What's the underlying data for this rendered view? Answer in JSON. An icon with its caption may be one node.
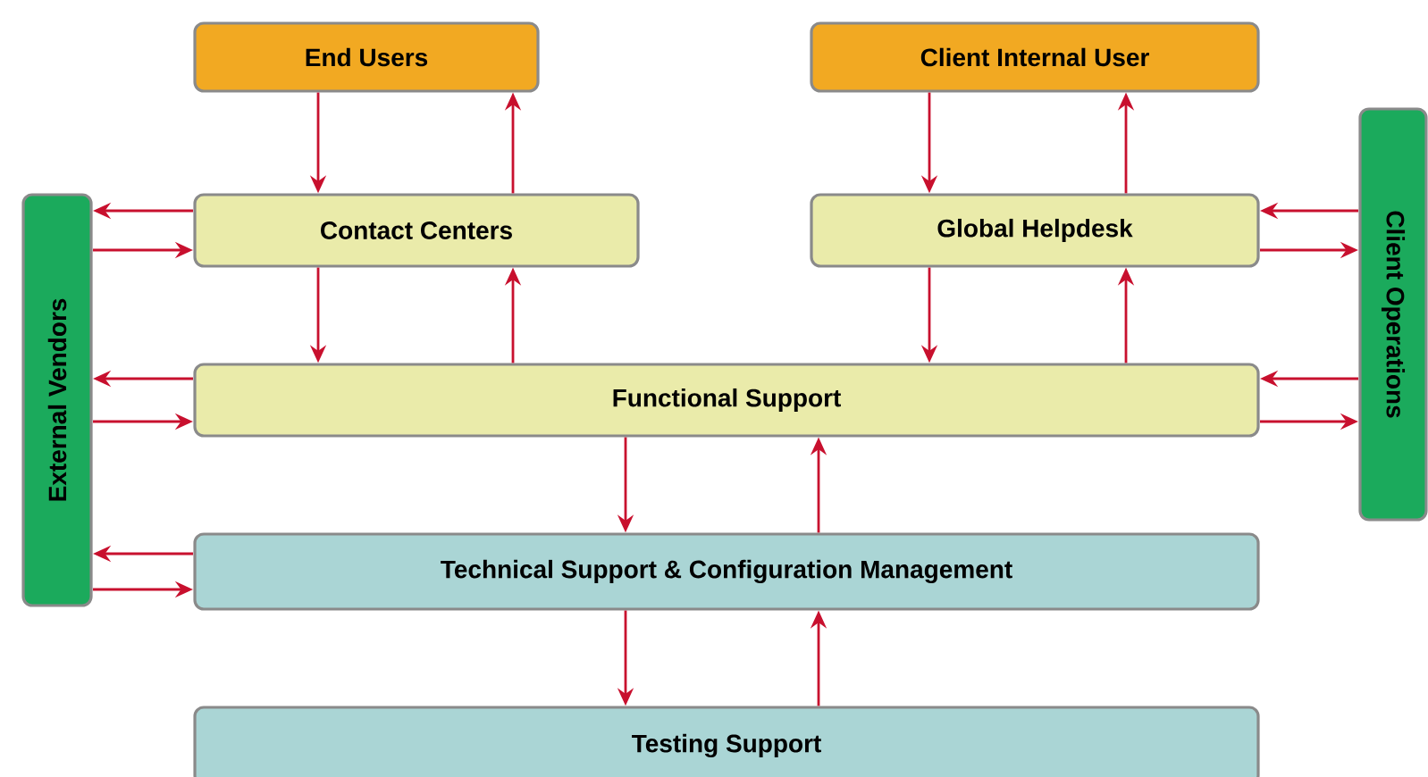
{
  "diagram": {
    "nodes": [
      {
        "text": [
          "End Users"
        ]
      },
      {
        "text": [
          "Client Internal User"
        ]
      },
      {
        "text": [
          "Contact Centers"
        ]
      },
      {
        "text": [
          "Global Helpdesk"
        ]
      },
      {
        "text": [
          "External Vendors"
        ]
      },
      {
        "text": [
          "Client Operations"
        ]
      },
      {
        "text": [
          "Functional Support"
        ]
      },
      {
        "text": [
          "Technical Support & Configuration Management"
        ]
      },
      {
        "text": [
          "Testing Support"
        ]
      }
    ],
    "edges": [
      {
        "from": 0,
        "to": 2,
        "arrow": "to"
      },
      {
        "from": 2,
        "to": 0,
        "arrow": "to"
      },
      {
        "from": 1,
        "to": 3,
        "arrow": "to"
      },
      {
        "from": 3,
        "to": 1,
        "arrow": "to"
      },
      {
        "from": 2,
        "to": 4,
        "arrow": "to"
      },
      {
        "from": 4,
        "to": 2,
        "arrow": "to"
      },
      {
        "from": 5,
        "to": 3,
        "arrow": "to"
      },
      {
        "from": 3,
        "to": 5,
        "arrow": "to"
      },
      {
        "from": 2,
        "to": 6,
        "arrow": "to"
      },
      {
        "from": 6,
        "to": 2,
        "arrow": "to"
      },
      {
        "from": 3,
        "to": 6,
        "arrow": "to"
      },
      {
        "from": 6,
        "to": 3,
        "arrow": "to"
      },
      {
        "from": 6,
        "to": 4,
        "arrow": "to"
      },
      {
        "from": 4,
        "to": 6,
        "arrow": "to"
      },
      {
        "from": 5,
        "to": 6,
        "arrow": "to"
      },
      {
        "from": 6,
        "to": 5,
        "arrow": "to"
      },
      {
        "from": 6,
        "to": 7,
        "arrow": "to"
      },
      {
        "from": 7,
        "to": 6,
        "arrow": "to"
      },
      {
        "from": 7,
        "to": 4,
        "arrow": "to"
      },
      {
        "from": 4,
        "to": 7,
        "arrow": "to"
      },
      {
        "from": 7,
        "to": 8,
        "arrow": "to"
      },
      {
        "from": 8,
        "to": 7,
        "arrow": "to"
      }
    ]
  }
}
